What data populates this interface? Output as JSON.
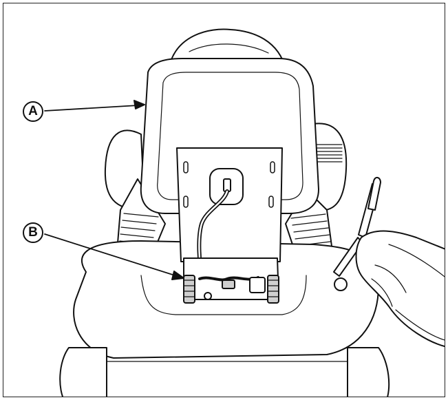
{
  "callouts": [
    {
      "id": "A",
      "label": "A"
    },
    {
      "id": "B",
      "label": "B"
    }
  ],
  "colors": {
    "line": "#111111",
    "fill": "#ffffff",
    "shade": "#cfcfcf"
  }
}
